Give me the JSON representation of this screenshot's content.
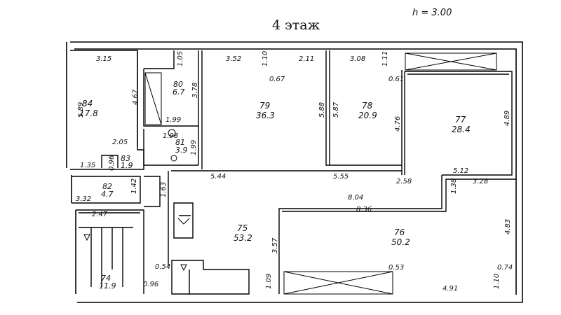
{
  "header": {
    "floor_title": "4 этаж",
    "ceiling_height": "h = 3.00"
  },
  "rooms": [
    {
      "id": "84",
      "number": "84",
      "area": "17.8"
    },
    {
      "id": "80",
      "number": "80",
      "area": "6.7"
    },
    {
      "id": "79",
      "number": "79",
      "area": "36.3"
    },
    {
      "id": "78",
      "number": "78",
      "area": "20.9"
    },
    {
      "id": "77",
      "number": "77",
      "area": "28.4"
    },
    {
      "id": "81",
      "number": "81",
      "area": "3.9"
    },
    {
      "id": "83",
      "number": "83",
      "area": "1.9"
    },
    {
      "id": "82",
      "number": "82",
      "area": "4.7"
    },
    {
      "id": "75",
      "number": "75",
      "area": "53.2"
    },
    {
      "id": "76",
      "number": "76",
      "area": "50.2"
    },
    {
      "id": "74",
      "number": "74",
      "area": "11.9"
    }
  ],
  "dimensions": [
    "3.15",
    "1.05",
    "3.52",
    "1.10",
    "2.11",
    "3.08",
    "1.11",
    "0.67",
    "0.61",
    "5.89",
    "4.67",
    "3.78",
    "5.88",
    "5.87",
    "4.76",
    "4.89",
    "1.99",
    "1.98",
    "1.99",
    "2.05",
    "1.35",
    "0.96",
    "5.44",
    "5.55",
    "2.58",
    "5.12",
    "1.42",
    "3.32",
    "1.63",
    "8.04",
    "8.36",
    "1.38",
    "3.28",
    "2.47",
    "4.83",
    "3.57",
    "0.54",
    "0.96",
    "1.09",
    "0.53",
    "0.74",
    "4.91",
    "1.10"
  ]
}
